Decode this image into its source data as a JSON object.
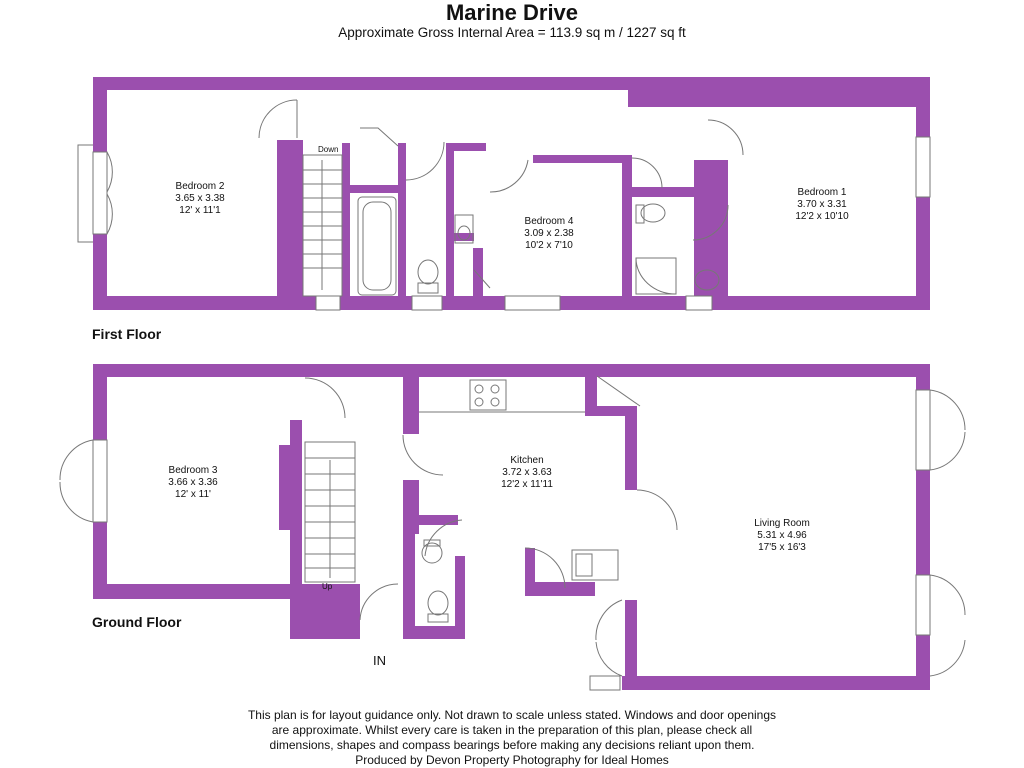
{
  "header": {
    "title": "Marine Drive",
    "subtitle": "Approximate Gross Internal Area = 113.9 sq m / 1227 sq ft"
  },
  "colors": {
    "wall": "#9b4fae",
    "fixture_line": "#777777",
    "background": "#ffffff"
  },
  "first_floor": {
    "label": "First Floor",
    "stairs_label": "Down",
    "rooms": [
      {
        "name": "Bedroom 2",
        "metric": "3.65 x 3.38",
        "imperial": "12' x 11'1"
      },
      {
        "name": "Bedroom 4",
        "metric": "3.09 x 2.38",
        "imperial": "10'2 x 7'10"
      },
      {
        "name": "Bedroom 1",
        "metric": "3.70 x 3.31",
        "imperial": "12'2 x 10'10"
      }
    ]
  },
  "ground_floor": {
    "label": "Ground Floor",
    "stairs_label": "Up",
    "entrance_label": "IN",
    "rooms": [
      {
        "name": "Bedroom 3",
        "metric": "3.66 x 3.36",
        "imperial": "12' x 11'"
      },
      {
        "name": "Kitchen",
        "metric": "3.72 x 3.63",
        "imperial": "12'2 x 11'11"
      },
      {
        "name": "Living Room",
        "metric": "5.31 x 4.96",
        "imperial": "17'5 x 16'3"
      }
    ]
  },
  "disclaimer": [
    "This plan is for layout guidance only. Not drawn to scale unless stated. Windows and door openings",
    "are approximate. Whilst every care is taken in the preparation of this plan, please check all",
    "dimensions, shapes and compass bearings before making any decisions reliant upon them.",
    "Produced by Devon Property Photography for Ideal Homes"
  ]
}
